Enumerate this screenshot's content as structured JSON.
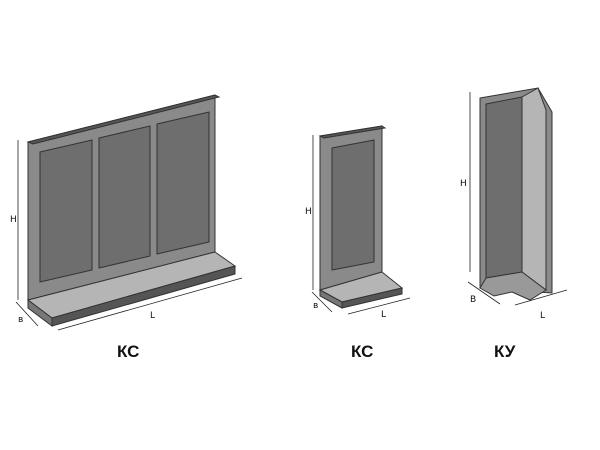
{
  "elements": [
    {
      "caption": "КС",
      "dims": {
        "height": "Н",
        "width": "в",
        "length": "L"
      }
    },
    {
      "caption": "КС",
      "dims": {
        "height": "Н",
        "width": "в",
        "length": "L"
      }
    },
    {
      "caption": "КУ",
      "dims": {
        "height": "Н",
        "width": "В",
        "length": "L"
      }
    }
  ],
  "colors": {
    "panel": "#6e6e6e",
    "frame": "#8a8a8a",
    "light": "#b5b5b5",
    "edge": "#333333"
  }
}
